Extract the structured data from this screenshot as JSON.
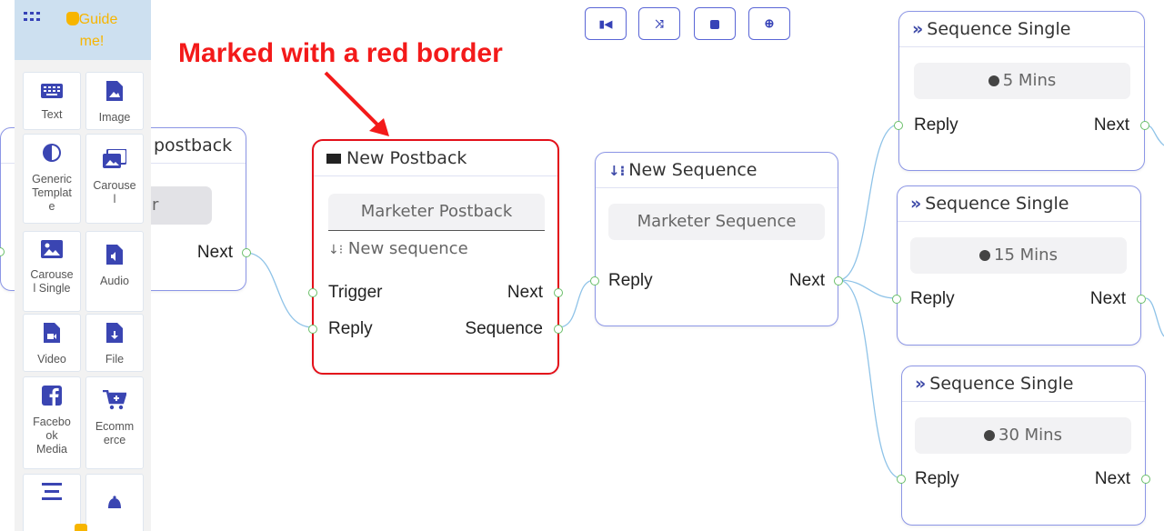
{
  "annotation": {
    "text": "Marked with a red border"
  },
  "toolbar": {
    "buttons": [
      {
        "icon": "skip-back-icon",
        "glyph": "⏮"
      },
      {
        "icon": "compress-icon",
        "glyph": "✕"
      },
      {
        "icon": "save-icon",
        "glyph": "💾"
      },
      {
        "icon": "zoom-in-icon",
        "glyph": "⊕"
      }
    ]
  },
  "palette": {
    "guide_label": "Guide me!",
    "guide_line1": "Guide",
    "guide_line2": "me!",
    "items": [
      {
        "label": "Text",
        "icon": "keyboard-icon"
      },
      {
        "label": "Image",
        "icon": "image-file-icon"
      },
      {
        "label": "Generic Template",
        "icon": "half-circle-icon"
      },
      {
        "label": "Carousel",
        "icon": "images-icon"
      },
      {
        "label": "Carousel Single",
        "icon": "image-icon"
      },
      {
        "label": "Audio",
        "icon": "audio-file-icon"
      },
      {
        "label": "Video",
        "icon": "video-file-icon"
      },
      {
        "label": "File",
        "icon": "download-file-icon"
      },
      {
        "label": "Facebook Media",
        "icon": "facebook-icon"
      },
      {
        "label": "Ecommerce",
        "icon": "cart-plus-icon"
      },
      {
        "label": "",
        "icon": "align-icon"
      },
      {
        "label": "",
        "icon": "bell-icon"
      }
    ],
    "tile_lines": {
      "text": [
        "Text"
      ],
      "image": [
        "Image"
      ],
      "generic": [
        "Generic",
        "Templat",
        "e"
      ],
      "carousel": [
        "Carouse",
        "l"
      ],
      "carousel_single": [
        "Carouse",
        "l Single"
      ],
      "audio": [
        "Audio"
      ],
      "video": [
        "Video"
      ],
      "file": [
        "File"
      ],
      "facebook": [
        "Facebo",
        "ok",
        "Media"
      ],
      "ecommerce": [
        "Ecomm",
        "erce"
      ]
    }
  },
  "nodes": {
    "partial_postback": {
      "title_fragment": "postback",
      "pill_fragment": "r",
      "next": "Next"
    },
    "new_postback": {
      "title": "New Postback",
      "pill": "Marketer Postback",
      "sub_link": "New sequence",
      "trigger": "Trigger",
      "reply": "Reply",
      "next": "Next",
      "sequence": "Sequence"
    },
    "new_sequence": {
      "title": "New Sequence",
      "pill": "Marketer Sequence",
      "reply": "Reply",
      "next": "Next"
    },
    "sequence_singles": [
      {
        "title": "Sequence Single",
        "delay": "5 Mins",
        "reply": "Reply",
        "next": "Next"
      },
      {
        "title": "Sequence Single",
        "delay": "15 Mins",
        "reply": "Reply",
        "next": "Next"
      },
      {
        "title": "Sequence Single",
        "delay": "30 Mins",
        "reply": "Reply",
        "next": "Next"
      }
    ]
  },
  "colors": {
    "accent": "#3642b7",
    "node_border": "#8c96e6",
    "highlight_border": "#e3101a",
    "annotation": "#f31a1a",
    "port": "#6abf69",
    "wire": "#8fc3e8",
    "palette_header": "#cde0f0",
    "guide_text": "#f7b500"
  }
}
